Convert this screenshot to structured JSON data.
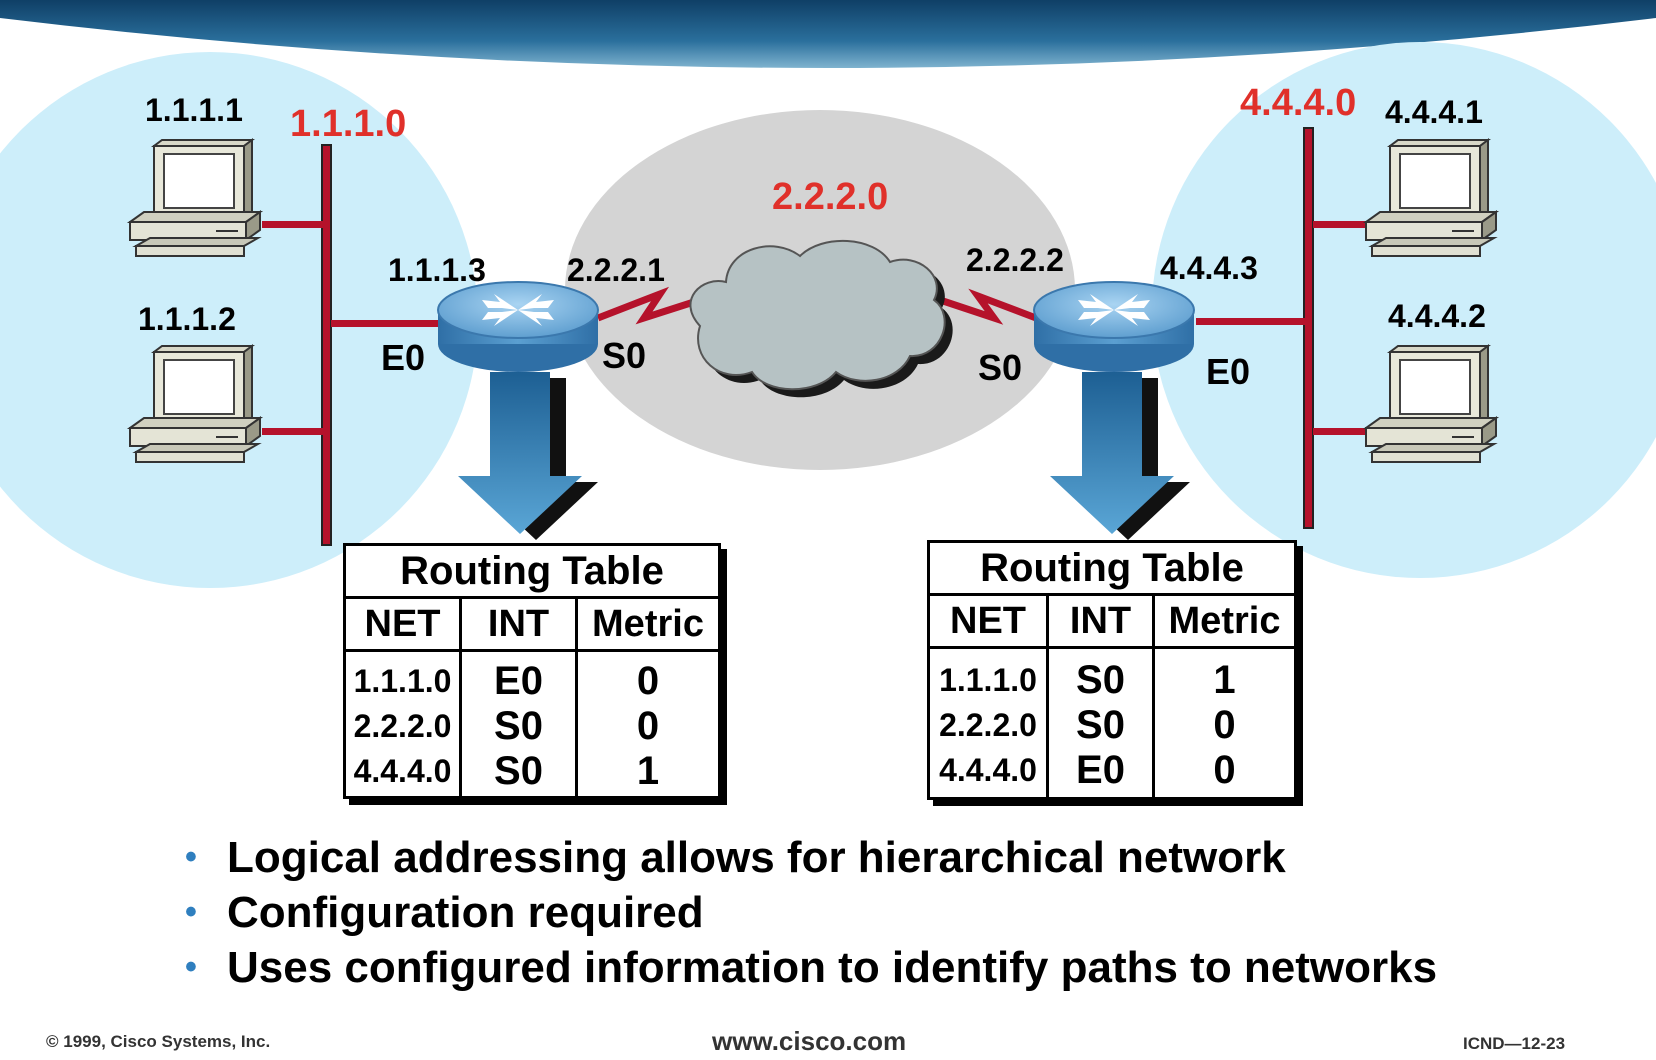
{
  "network_labels": {
    "left_lan": "1.1.1.0",
    "wan": "2.2.2.0",
    "right_lan": "4.4.4.0"
  },
  "hosts": {
    "left_top": "1.1.1.1",
    "left_bottom": "1.1.1.2",
    "right_top": "4.4.4.1",
    "right_bottom": "4.4.4.2"
  },
  "router_left": {
    "lan_ip": "1.1.1.3",
    "wan_ip": "2.2.2.1",
    "lan_if": "E0",
    "wan_if": "S0"
  },
  "router_right": {
    "wan_ip": "2.2.2.2",
    "lan_ip": "4.4.4.3",
    "wan_if": "S0",
    "lan_if": "E0"
  },
  "routing_tables": [
    {
      "title": "Routing Table",
      "headers": [
        "NET",
        "INT",
        "Metric"
      ],
      "rows": [
        [
          "1.1.1.0",
          "E0",
          "0"
        ],
        [
          "2.2.2.0",
          "S0",
          "0"
        ],
        [
          "4.4.4.0",
          "S0",
          "1"
        ]
      ]
    },
    {
      "title": "Routing Table",
      "headers": [
        "NET",
        "INT",
        "Metric"
      ],
      "rows": [
        [
          "1.1.1.0",
          "S0",
          "1"
        ],
        [
          "2.2.2.0",
          "S0",
          "0"
        ],
        [
          "4.4.4.0",
          "E0",
          "0"
        ]
      ]
    }
  ],
  "bullets": [
    "Logical addressing allows for hierarchical network",
    "Configuration required",
    "Uses configured information to identify paths to networks"
  ],
  "footer": {
    "copyright": "© 1999, Cisco Systems, Inc.",
    "website": "www.cisco.com",
    "slide_id": "ICND—12-23"
  },
  "colors": {
    "lan_circle": "#cdeefa",
    "wan_ellipse": "#d4d4d4",
    "cable_red": "#c8102e",
    "router_blue": "#4a8fc4",
    "arrow_blue": "#2f80b8",
    "banner_blue": "#1f5f8b"
  },
  "icons": {
    "computer": "computer-icon",
    "router": "router-icon",
    "cloud": "cloud-icon",
    "arrow": "down-arrow-icon"
  }
}
